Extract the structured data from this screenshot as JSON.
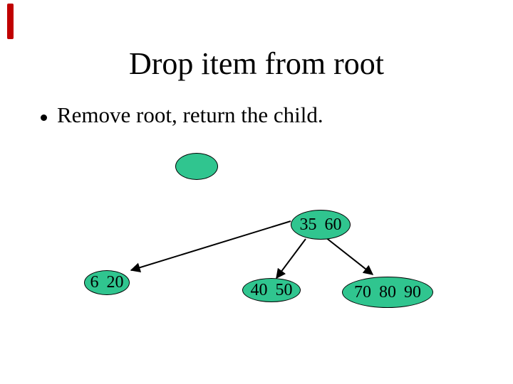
{
  "slide": {
    "title": "Drop item from root",
    "bullet_marker": "•",
    "bullet_text": "Remove root, return the child."
  },
  "tree": {
    "node_fill_color": "#30c58f",
    "node_border_color": "#000000",
    "arrow_color": "#000000",
    "nodes": [
      {
        "name": "detached-child-node",
        "label": ""
      },
      {
        "name": "root-node",
        "label": "35 60"
      },
      {
        "name": "left-child-node",
        "label": "6 20"
      },
      {
        "name": "middle-child-node",
        "label": "40 50"
      },
      {
        "name": "right-child-node",
        "label": "70 80 90"
      }
    ]
  },
  "decorations": {
    "bookmark_color": "#c00000"
  }
}
